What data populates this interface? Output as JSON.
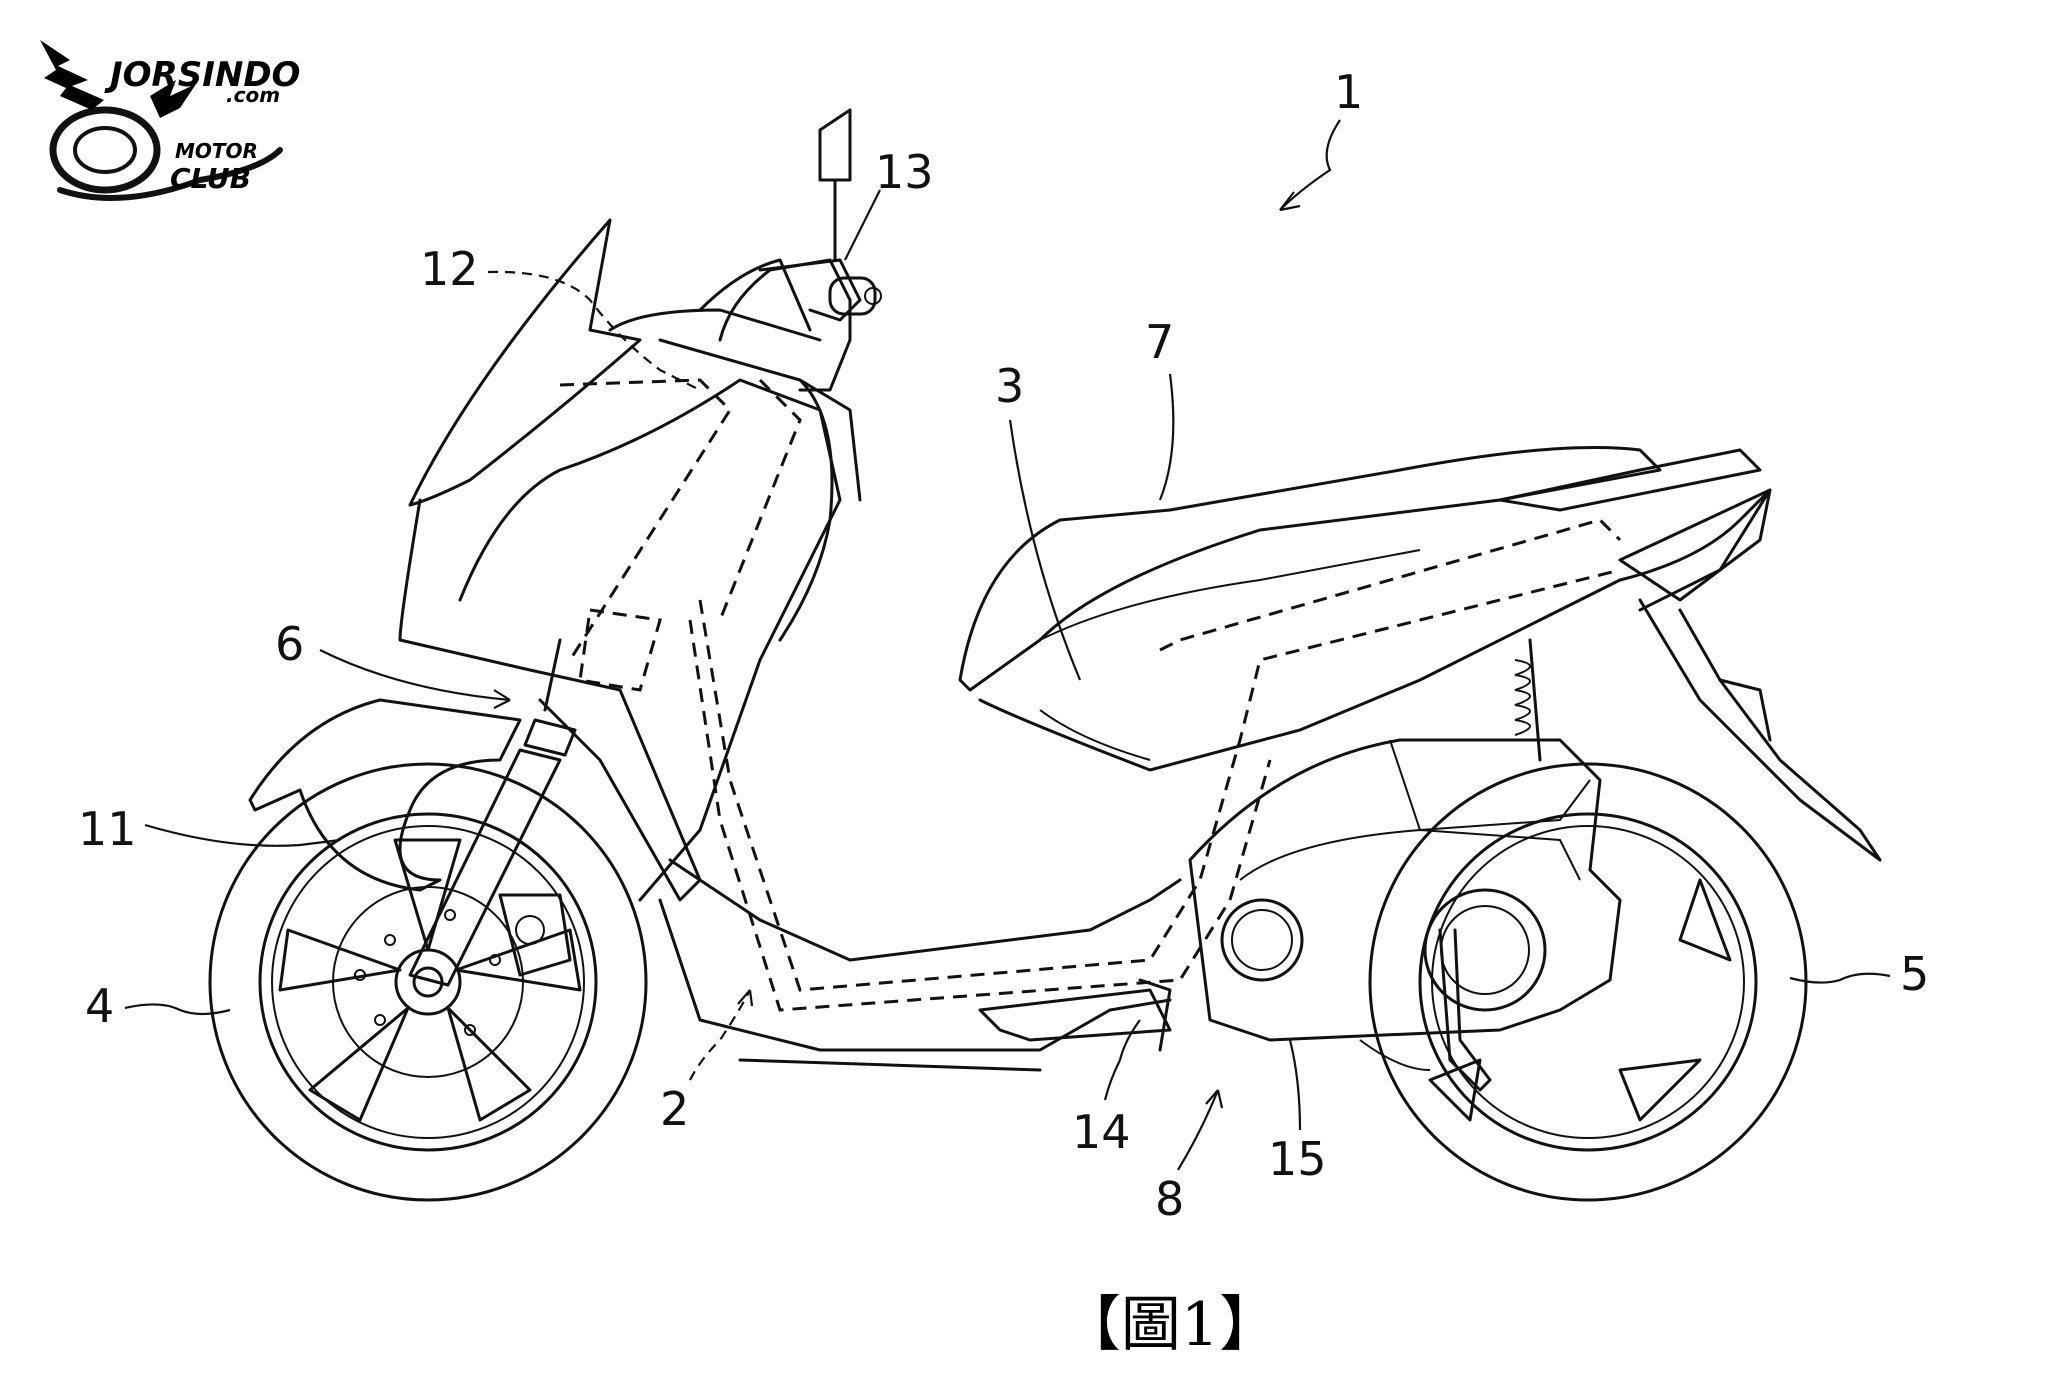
{
  "logo": {
    "name": "JORSINDO",
    "domain": ".com",
    "tagline_top": "MOTOR",
    "tagline_bottom": "CLUB"
  },
  "figure": {
    "caption": "【圖1】"
  },
  "reference_labels": [
    "1",
    "2",
    "3",
    "4",
    "5",
    "6",
    "7",
    "8",
    "11",
    "12",
    "13",
    "14",
    "15"
  ]
}
